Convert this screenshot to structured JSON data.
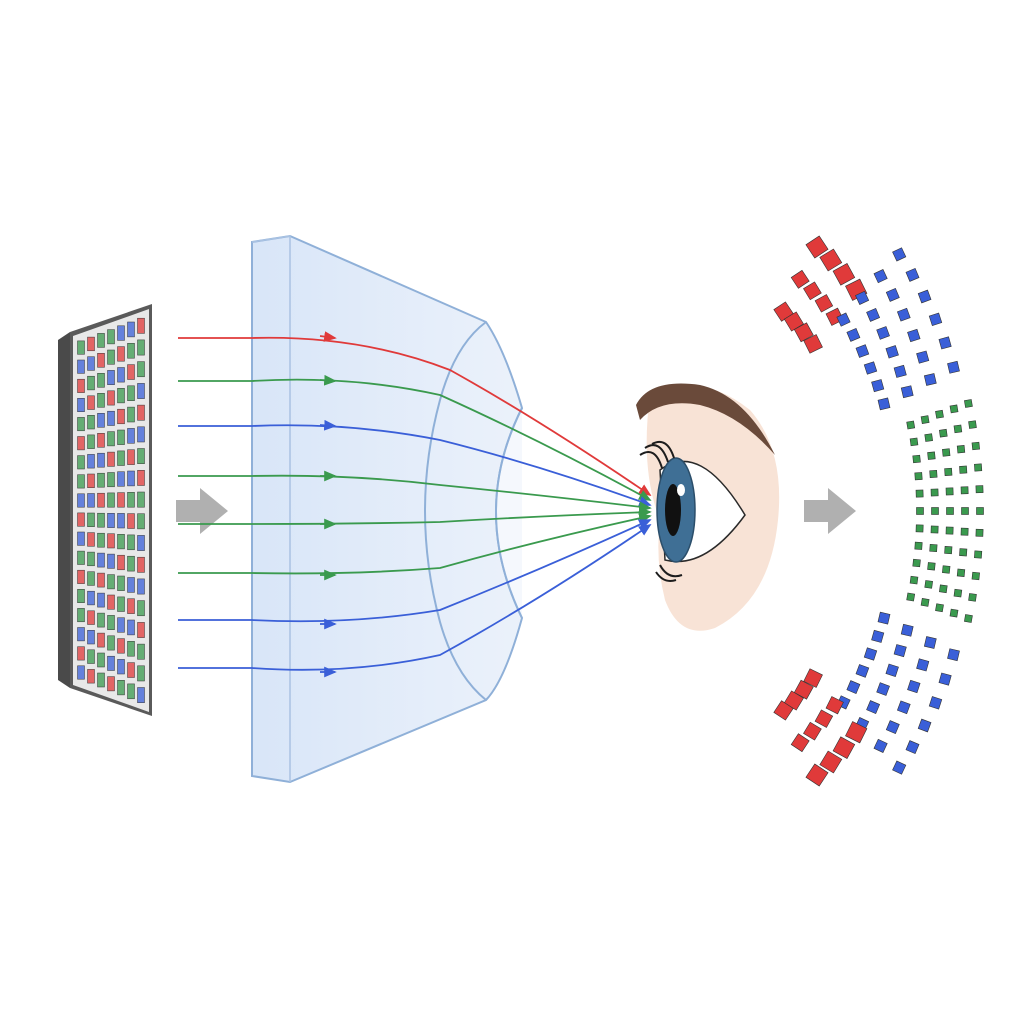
{
  "colors": {
    "background": "#ffffff",
    "ray_red": "#e03a3a",
    "ray_green": "#3a9a4e",
    "ray_blue": "#3a5fd8",
    "lens_fill": "#dce8f8",
    "lens_stroke": "#8fb0d8",
    "arrow_gray": "#b0b0b0",
    "panel_frame": "#555555",
    "iris": "#3f6f95",
    "skin": "#f8e3d6",
    "brow": "#6a4a3a"
  },
  "elements": {
    "display_panel": {
      "subpixel_colors": [
        "green",
        "blue",
        "red"
      ]
    },
    "rays": [
      "red",
      "green",
      "blue",
      "green",
      "green",
      "green",
      "blue",
      "blue"
    ],
    "eye": {
      "icon": "eye-icon"
    },
    "perceived_image": {
      "color_bands": [
        "red",
        "blue",
        "green",
        "blue",
        "red"
      ]
    },
    "arrows": [
      "right-arrow-icon",
      "right-arrow-icon"
    ]
  }
}
